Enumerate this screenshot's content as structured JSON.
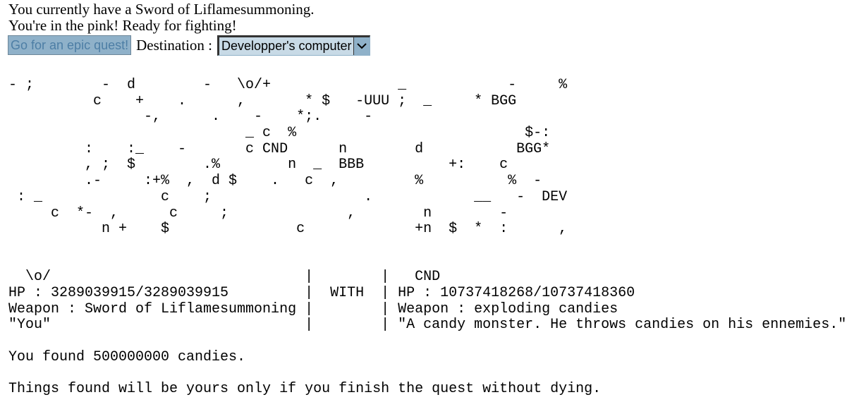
{
  "status": {
    "weapon_line": "You currently have a Sword of Liflamesummoning.",
    "health_line": "You're in the pink! Ready for fighting!"
  },
  "controls": {
    "quest_button": "Go for an epic quest!",
    "destination_label": "Destination :",
    "destination_selected": "Developper's computer",
    "arrow_icon": "chevron-down-icon"
  },
  "map": [
    "- ;        -  d        -   \\o/+               _            -     %",
    "          c    +    .      ,       * $   -UUU ;  _     * BGG",
    "                -,      .    -    *;.     -",
    "                            _ c  %                           $-:",
    "         :    :_    -       c CND      n        d           BGG*",
    "         , ;  $        .%        n  _  BBB          +:    c",
    "         .-     :+%  ,  d $    .   c  ,         %          %  -",
    " : _              c    ;                  .            __   -  DEV",
    "     c  *-  ,      c     ;              ,        n        -",
    "           n +    $               c             +n  $  *  :      ,",
    "",
    ""
  ],
  "fight": [
    "  \\o/                              |        |   CND",
    "HP : 3289039915/3289039915         |  WITH  | HP : 10737418268/10737418360",
    "Weapon : Sword of Liflamesummoning |        | Weapon : exploding candies",
    "\"You\"                              |        | \"A candy monster. He throws candies on his ennemies.\""
  ],
  "messages": {
    "found": "You found 500000000 candies.",
    "warning": "Things found will be yours only if you finish the quest without dying."
  }
}
